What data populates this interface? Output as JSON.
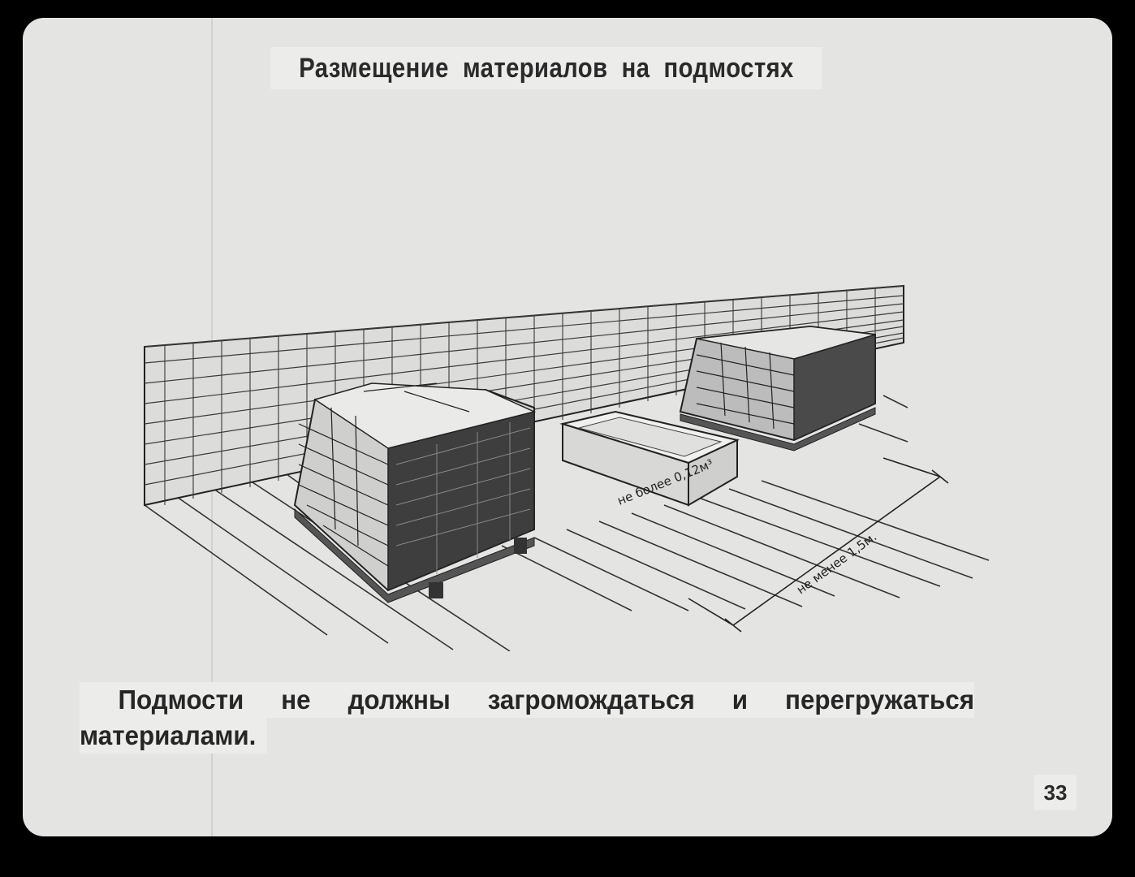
{
  "slide": {
    "title": "Размещение материалов на подмостях",
    "caption_words": [
      "Подмости",
      "не",
      "должны",
      "загромождаться",
      "и",
      "перегружаться"
    ],
    "caption_line2": "материалами.",
    "page_number": "33"
  },
  "illustration": {
    "box_label": "не более 0,12м³",
    "distance_label": "не менее 1,5м."
  }
}
